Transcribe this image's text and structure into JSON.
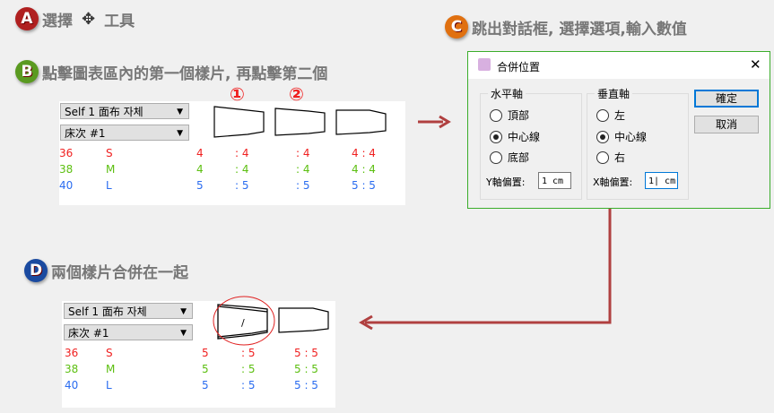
{
  "steps": {
    "a": {
      "badge": "A",
      "text_before": "選擇",
      "text_after": "工具",
      "color": "#b02020"
    },
    "b": {
      "badge": "B",
      "text": "點擊圖表區內的第一個樣片, 再點擊第二個",
      "color": "#5a9a20"
    },
    "c": {
      "badge": "C",
      "text": "跳出對話框, 選擇選項,輸入數值",
      "color": "#e07010"
    },
    "d": {
      "badge": "D",
      "text": "兩個樣片合併在一起",
      "color": "#1a4aa0"
    }
  },
  "panel_b": {
    "fabric_select": "Self 1 面布 자체",
    "layer_select": "床次 #1",
    "markers": [
      "①",
      "②"
    ],
    "sizes": [
      {
        "num": "36",
        "name": "S"
      },
      {
        "num": "38",
        "name": "M"
      },
      {
        "num": "40",
        "name": "L"
      }
    ],
    "columns": [
      [
        "4",
        "4",
        "5"
      ],
      [
        ": 4",
        ": 4",
        ": 5"
      ],
      [
        ": 4",
        ": 4",
        ": 5"
      ],
      [
        "4 : 4",
        "4 : 4",
        "5 : 5"
      ]
    ]
  },
  "dialog": {
    "title": "合併位置",
    "close": "✕",
    "horizontal": {
      "legend": "水平軸",
      "options": [
        "頂部",
        "中心線",
        "底部"
      ],
      "selected": 1,
      "offset_label": "Y軸偏置:",
      "offset_value": "1  cm"
    },
    "vertical": {
      "legend": "垂直軸",
      "options": [
        "左",
        "中心線",
        "右"
      ],
      "selected": 1,
      "offset_label": "X軸偏置:",
      "offset_value": "1| cm"
    },
    "ok": "確定",
    "cancel": "取消"
  },
  "panel_d": {
    "fabric_select": "Self 1 面布 자체",
    "layer_select": "床次 #1",
    "merged_mark": "/",
    "sizes": [
      {
        "num": "36",
        "name": "S"
      },
      {
        "num": "38",
        "name": "M"
      },
      {
        "num": "40",
        "name": "L"
      }
    ],
    "columns": [
      [
        "5",
        "5",
        "5"
      ],
      [
        ": 5",
        ": 5",
        ": 5"
      ],
      [
        "5 : 5",
        "5 : 5",
        "5 : 5"
      ]
    ]
  }
}
